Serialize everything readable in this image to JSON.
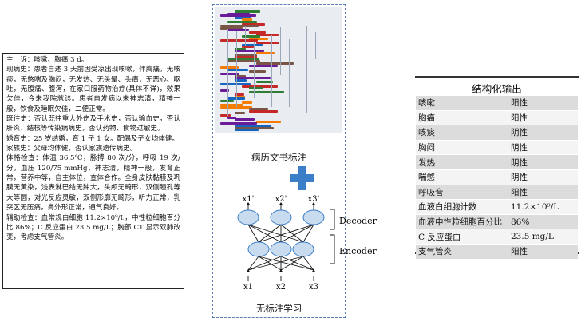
{
  "record": {
    "lines": [
      "主　诉：咳嗽、胸痛 3 d。",
      "现病史：患者自述 3 天前因受凉出现咳嗽，伴胸痛，无咳痰，无憋喘及胸闷，无发热、无头晕、头痛，无恶心、呕吐，无腹痛、腹泻，在家口服药物治疗(具体不详)，效果欠佳，今来我院就诊。患者自发病以来神志清，精神一般，饮食及睡眠欠佳，二便正常。",
      "既往史：否认既往重大外伤及手术史，否认输血史，否认肝炎、结核等传染病病史，否认药物、食物过敏史。",
      "婚育史：25 岁结婚，育 1 子 1 女。配偶及子女均体健。",
      "家族史：父母均体健，否认家族遗传病史。",
      "体格检查：体温 36.5℃，脉搏 80 次/分，呼吸 19 次/分，血压 120/75 mmHg，神志清，精神一般，发育正常，营养中等，自主体位，查体合作。全身皮肤黏膜及巩膜无黄染，浅表淋巴结无肿大，头颅无畸形，双侧瞳孔等大等圆，对光反应灵敏，双侧形廓无畸形，听力正常，乳突区无压痛，鼻外形正常，通气良好。",
      "辅助检查：血常规白细胞 11.2×10⁹/L，中性粒细胞百分比 86%；C 反应蛋白 23.5 mg/L；胸部 CT 显示双肺改变，考虑支气管炎。"
    ]
  },
  "center": {
    "annotate_label": "病历文书标注",
    "unlabeled_label": "无标注学习",
    "decoder_label": "Decoder",
    "encoder_label": "Encoder",
    "inputs": [
      "x1",
      "x2",
      "x3"
    ],
    "outputs": [
      "x1'",
      "x2'",
      "x3'"
    ]
  },
  "output": {
    "title": "结构化输出",
    "rows": [
      {
        "name": "咳嗽",
        "value": "阳性"
      },
      {
        "name": "胸痛",
        "value": "阳性"
      },
      {
        "name": "咳痰",
        "value": "阴性"
      },
      {
        "name": "胸闷",
        "value": "阴性"
      },
      {
        "name": "发热",
        "value": "阴性"
      },
      {
        "name": "喘憋",
        "value": "阴性"
      },
      {
        "name": "呼吸音",
        "value": "阳性"
      },
      {
        "name": "血液白细胞计数",
        "value": "11.2×10⁹/L"
      },
      {
        "name": "血液中性粒细胞百分比",
        "value": "86%"
      },
      {
        "name": "C 反应蛋白",
        "value": "23.5 mg/L"
      },
      {
        "name": "支气管炎",
        "value": "阳性"
      }
    ]
  },
  "colors": {
    "accent": "#3c7fc8",
    "node_fill": "#c9dcef",
    "node_stroke": "#3c7fc8",
    "tree_nodes": [
      "#2e7d32",
      "#c62828",
      "#f57c00",
      "#6a1b9a",
      "#1565c0",
      "#795548"
    ]
  }
}
